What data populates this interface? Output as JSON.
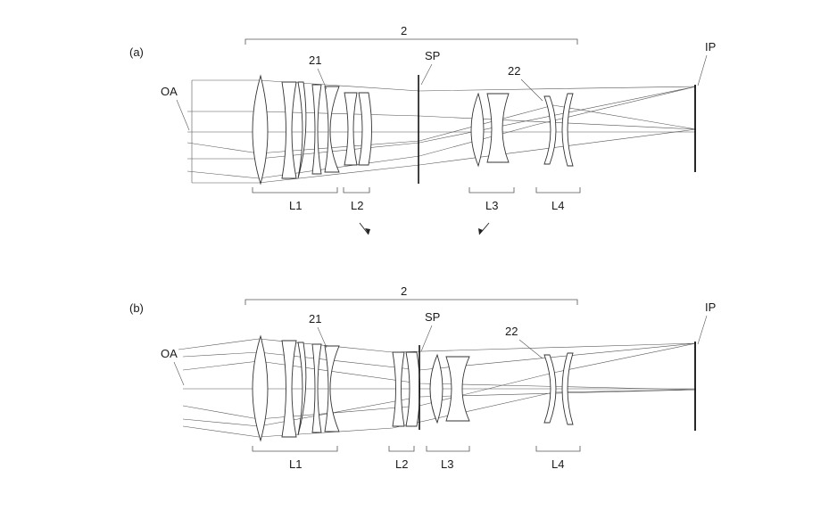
{
  "panels": [
    {
      "id": "a",
      "label": "(a)",
      "group_label": "2",
      "axis_label": "OA",
      "stop_label": "SP",
      "image_label": "IP",
      "ref_labels": [
        "21",
        "22"
      ],
      "lens_groups": [
        "L1",
        "L2",
        "L3",
        "L4"
      ]
    },
    {
      "id": "b",
      "label": "(b)",
      "group_label": "2",
      "axis_label": "OA",
      "stop_label": "SP",
      "image_label": "IP",
      "ref_labels": [
        "21",
        "22"
      ],
      "lens_groups": [
        "L1",
        "L2",
        "L3",
        "L4"
      ]
    }
  ],
  "arrows": [
    "down-right",
    "down-left"
  ]
}
